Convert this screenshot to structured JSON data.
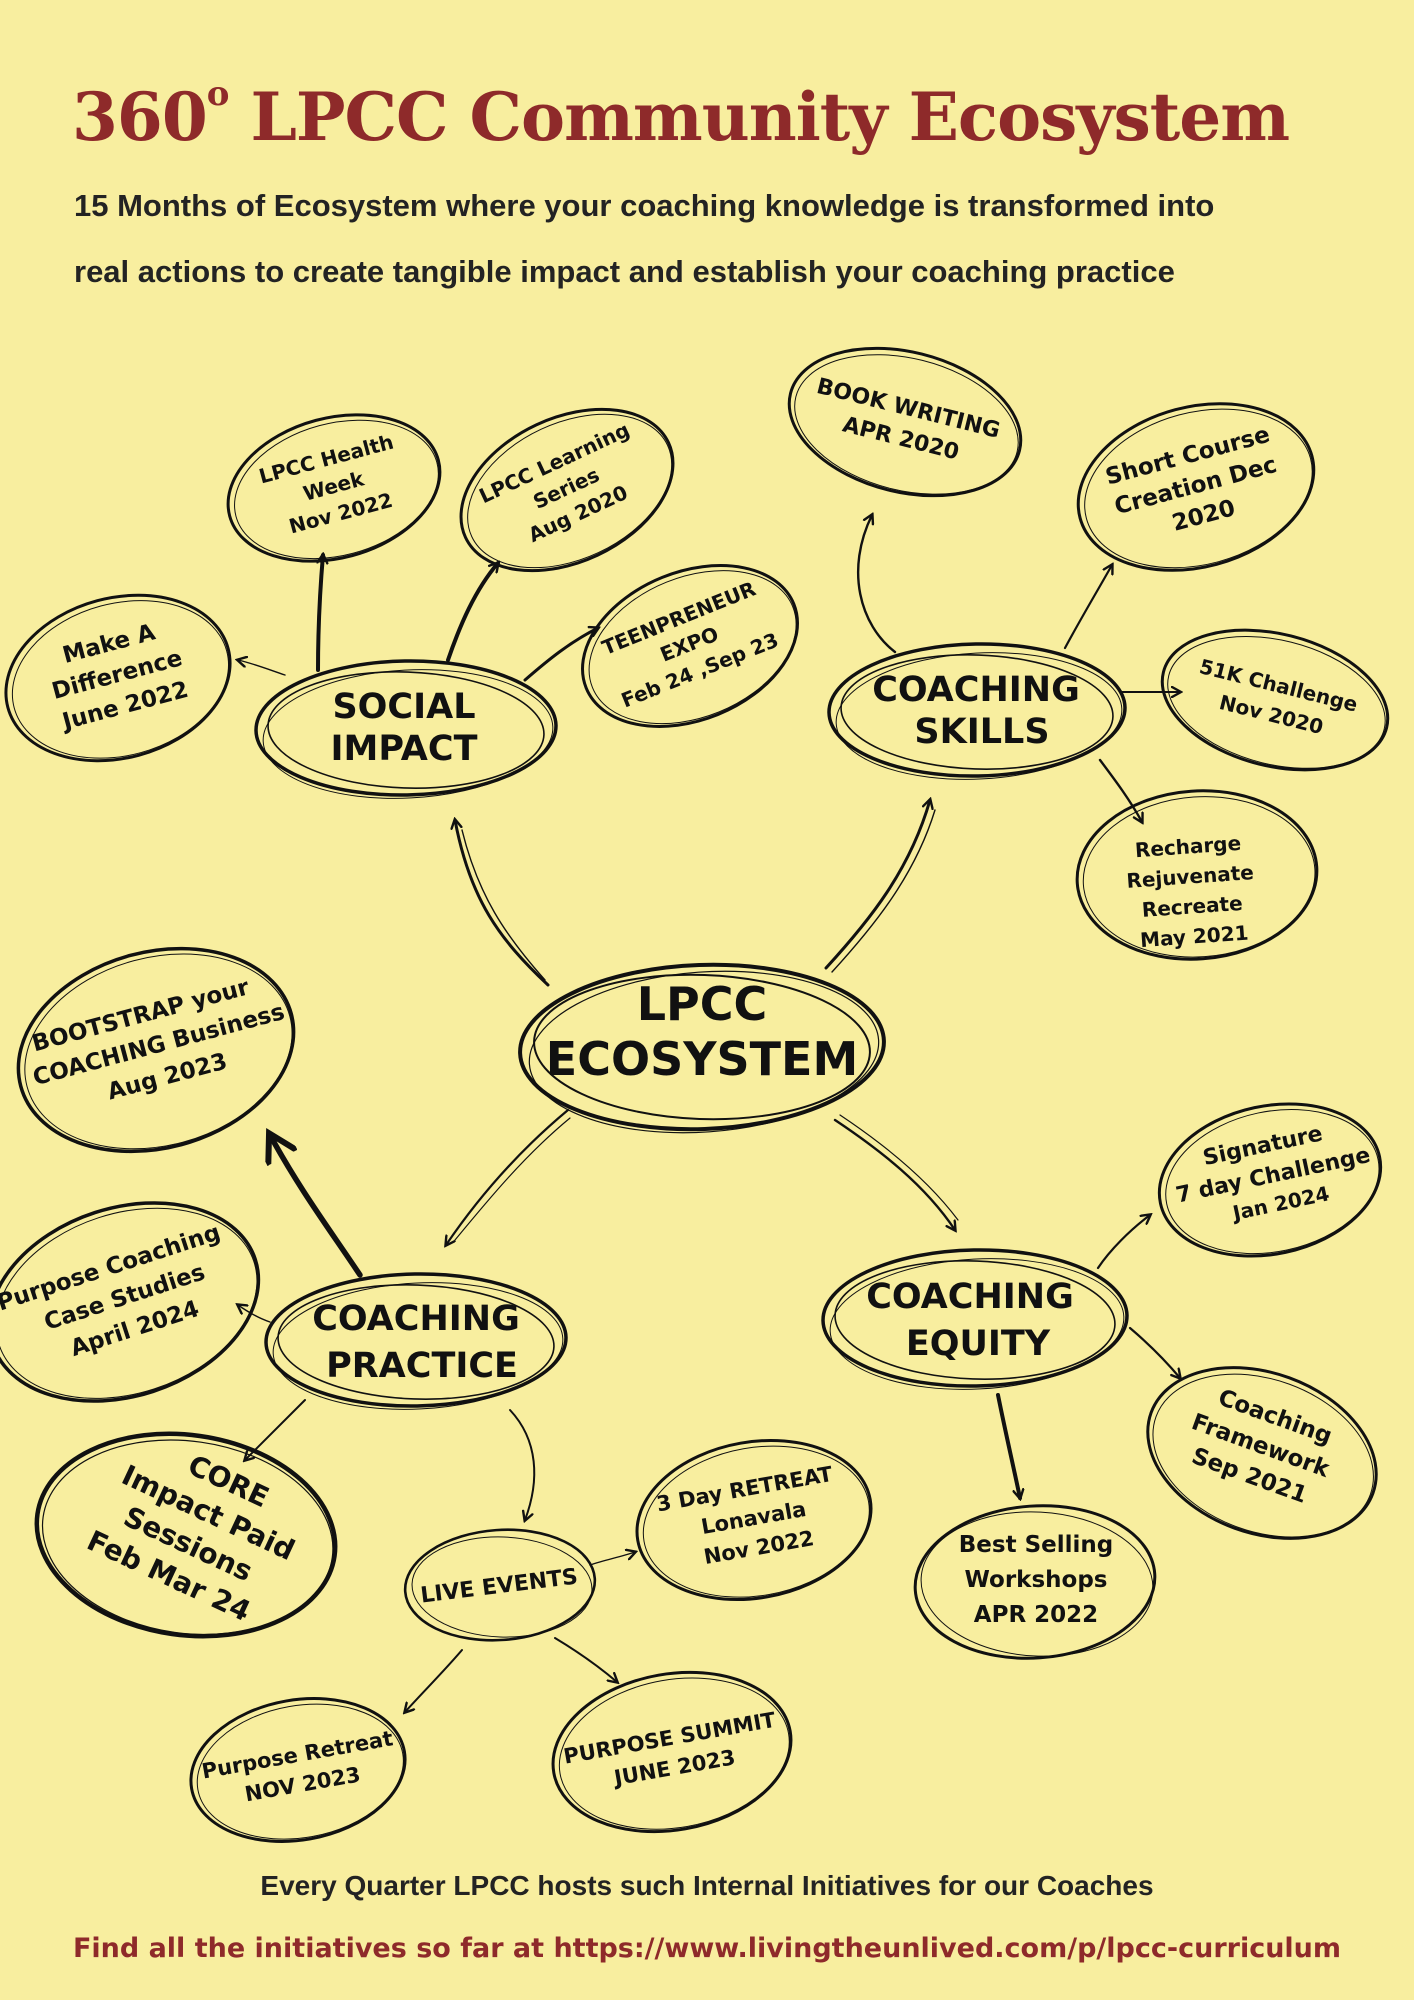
{
  "header": {
    "title_prefix": "360",
    "title_degree": "o",
    "title_rest": " LPCC Community Ecosystem",
    "subtitle_line1": "15 Months of Ecosystem where your coaching knowledge is transformed into",
    "subtitle_line2": "real actions to create tangible impact and establish your coaching practice"
  },
  "footer": {
    "line1": "Every Quarter LPCC hosts such Internal Initiatives for our Coaches",
    "line2": "Find all the initiatives so far at https://www.livingtheunlived.com/p/lpcc-curriculum"
  },
  "diagram": {
    "center": {
      "lines": [
        "LPCC",
        "ECOSYSTEM"
      ]
    },
    "hubs": {
      "social_impact": {
        "lines": [
          "SOCIAL",
          "IMPACT"
        ]
      },
      "coaching_skills": {
        "lines": [
          "COACHING",
          "SKILLS"
        ]
      },
      "coaching_practice": {
        "lines": [
          "COACHING",
          "PRACTICE"
        ]
      },
      "coaching_equity": {
        "lines": [
          "COACHING",
          "EQUITY"
        ]
      },
      "live_events": {
        "lines": [
          "LIVE EVENTS"
        ]
      }
    },
    "initiatives": {
      "health_week": {
        "lines": [
          "LPCC Health",
          "Week",
          "Nov 2022"
        ]
      },
      "learning_series": {
        "lines": [
          "LPCC Learning",
          "Series",
          "Aug 2020"
        ]
      },
      "make_difference": {
        "lines": [
          "Make A",
          "Difference",
          "June 2022"
        ]
      },
      "teenpreneur": {
        "lines": [
          "TEENPRENEUR",
          "EXPO",
          "Feb 24 ,Sep 23"
        ]
      },
      "book_writing": {
        "lines": [
          "BOOK WRITING",
          "APR 2020"
        ]
      },
      "short_course": {
        "lines": [
          "Short Course",
          "Creation Dec",
          "2020"
        ]
      },
      "challenge_51k": {
        "lines": [
          "51K Challenge",
          "Nov 2020"
        ]
      },
      "recharge": {
        "lines": [
          "Recharge",
          "Rejuvenate",
          "Recreate",
          "May 2021"
        ]
      },
      "bootstrap": {
        "lines": [
          "BOOTSTRAP your",
          "COACHING Business",
          "Aug 2023"
        ]
      },
      "purpose_case": {
        "lines": [
          "Purpose Coaching",
          "Case Studies",
          "April 2024"
        ]
      },
      "core_impact": {
        "lines": [
          "CORE",
          "Impact Paid",
          "Sessions",
          "Feb Mar 24"
        ]
      },
      "retreat_3day": {
        "lines": [
          "3 Day RETREAT",
          "Lonavala",
          "Nov 2022"
        ]
      },
      "purpose_retreat": {
        "lines": [
          "Purpose Retreat",
          "NOV 2023"
        ]
      },
      "purpose_summit": {
        "lines": [
          "PURPOSE SUMMIT",
          "JUNE 2023"
        ]
      },
      "signature": {
        "lines": [
          "Signature",
          "7 day Challenge",
          "Jan 2024"
        ]
      },
      "framework": {
        "lines": [
          "Coaching",
          "Framework",
          "Sep  2021"
        ]
      },
      "workshops": {
        "lines": [
          "Best Selling",
          "Workshops",
          "APR 2022"
        ]
      }
    }
  }
}
